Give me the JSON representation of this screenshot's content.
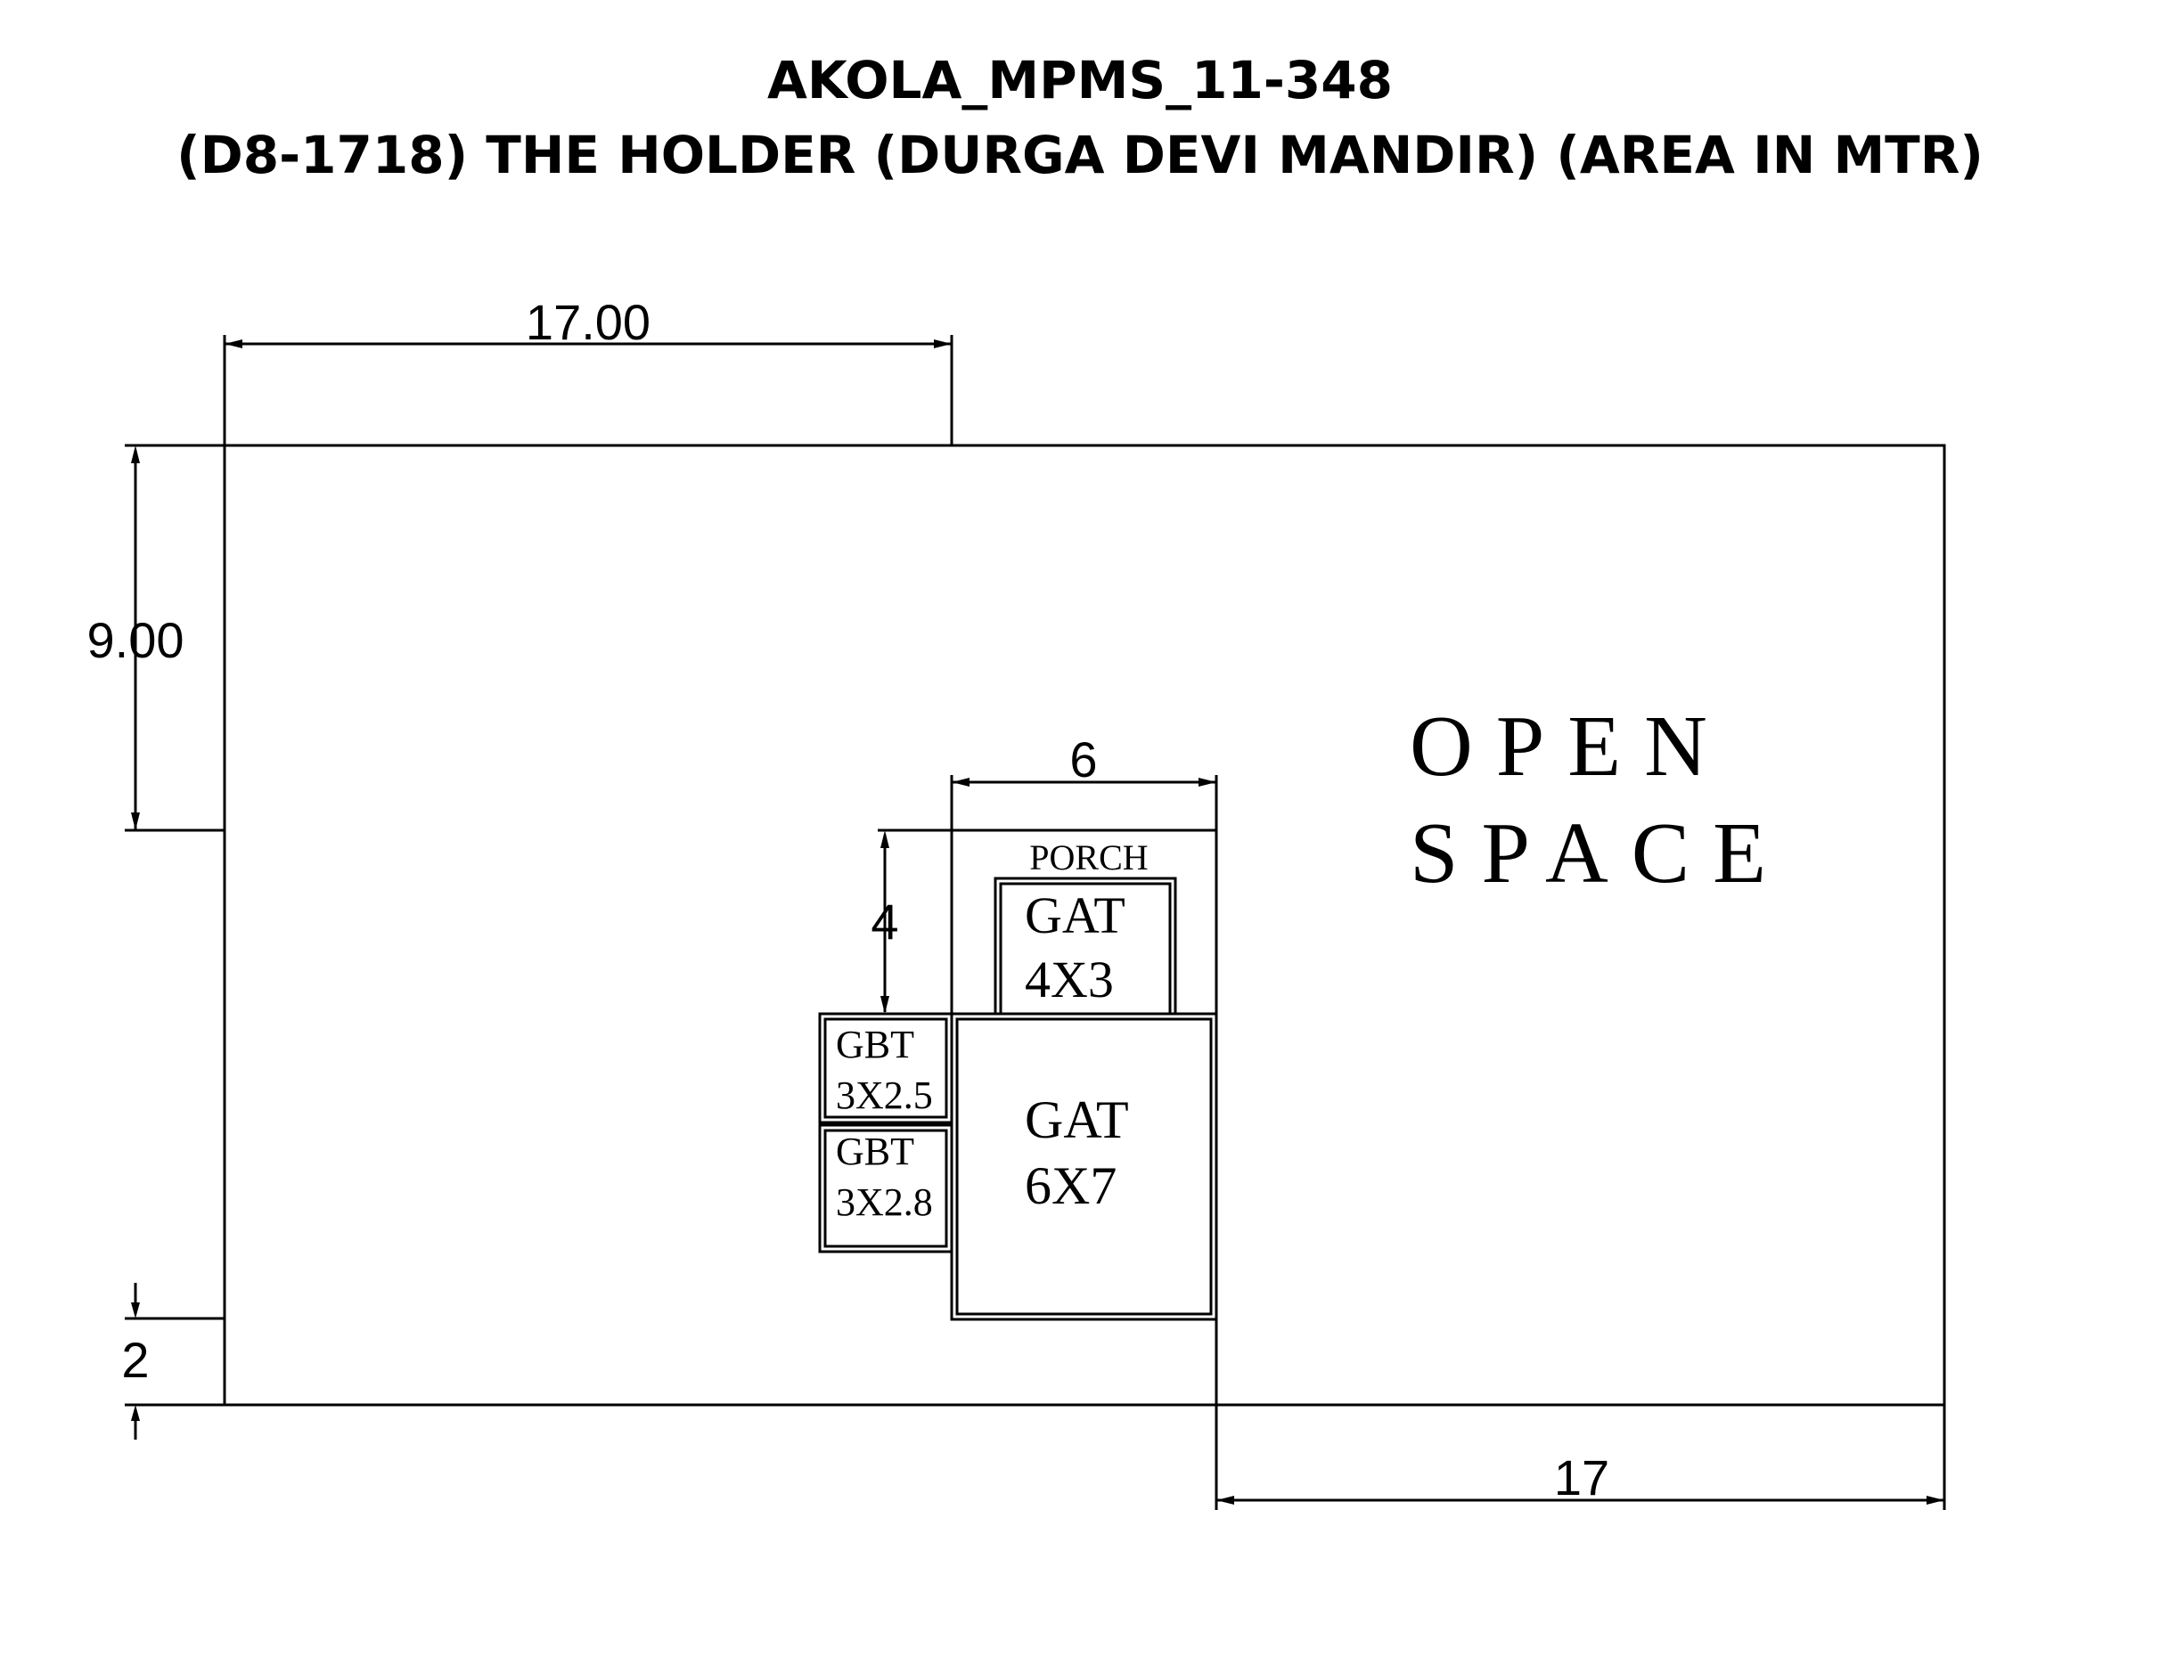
{
  "title": {
    "line1": "AKOLA_MPMS_11-348",
    "line2": "(D8-1718) THE HOLDER (DURGA DEVI MANDIR) (AREA IN MTR)"
  },
  "dimensions": {
    "top_width": "17.00",
    "left_height": "9.00",
    "porch_width": "6",
    "porch_depth": "4",
    "bottom_offset": "2",
    "bottom_width": "17"
  },
  "rooms": {
    "porch": "PORCH",
    "gat_small_name": "GAT",
    "gat_small_size": "4X3",
    "gat_large_name": "GAT",
    "gat_large_size": "6X7",
    "gbt_upper_name": "GBT",
    "gbt_upper_size": "3X2.5",
    "gbt_lower_name": "GBT",
    "gbt_lower_size": "3X2.8"
  },
  "open_space": {
    "line1": "OPEN",
    "line2": "SPACE"
  }
}
